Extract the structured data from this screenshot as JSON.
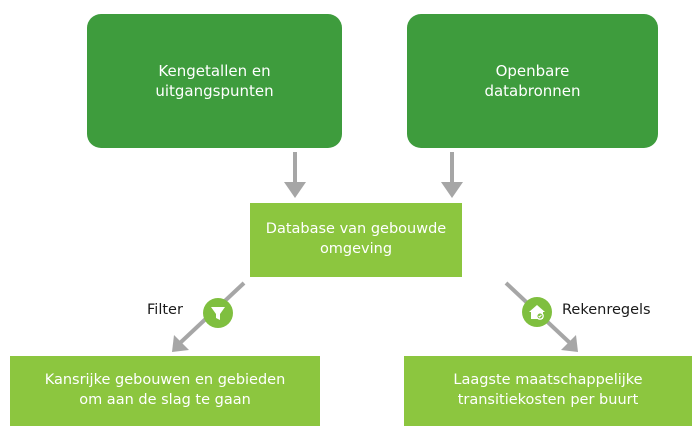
{
  "nodes": {
    "top_left": "Kengetallen en\nuitgangspunten",
    "top_right": "Openbare\ndatabronnen",
    "middle": "Database van gebouwde\nomgeving",
    "bottom_left": "Kansrijke gebouwen en gebieden\nom aan de slag te gaan",
    "bottom_right": "Laagste maatschappelijke\ntransitiekosten per buurt"
  },
  "edges": {
    "filter_label": "Filter",
    "rekenregels_label": "Rekenregels"
  },
  "icons": {
    "filter": "filter-icon",
    "rekenregels": "house-icon"
  },
  "colors": {
    "dark_green": "#3e9c3d",
    "light_green": "#8cc63f",
    "arrow_gray": "#a6a6a6",
    "icon_green": "#7fbf3f"
  }
}
